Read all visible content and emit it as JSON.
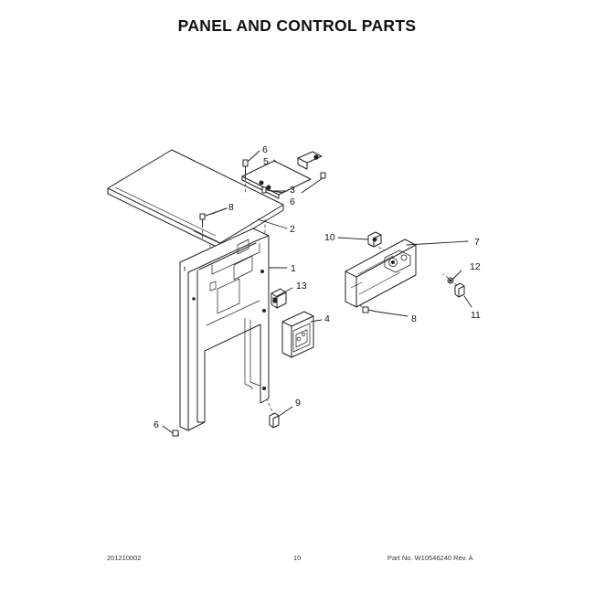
{
  "title": "PANEL AND CONTROL PARTS",
  "callouts": {
    "c1": "1",
    "c2": "2",
    "c3": "3",
    "c4": "4",
    "c5": "5",
    "c6_top": "6",
    "c6_mid": "6",
    "c6_bottom": "6",
    "c7": "7",
    "c8_left": "8",
    "c8_right": "8",
    "c9": "9",
    "c10": "10",
    "c11": "11",
    "c12": "12",
    "c13": "13"
  },
  "footer": {
    "doc_code": "201210002",
    "page_number": "10",
    "part_number": "Part No. W10546240  Rev. A"
  }
}
